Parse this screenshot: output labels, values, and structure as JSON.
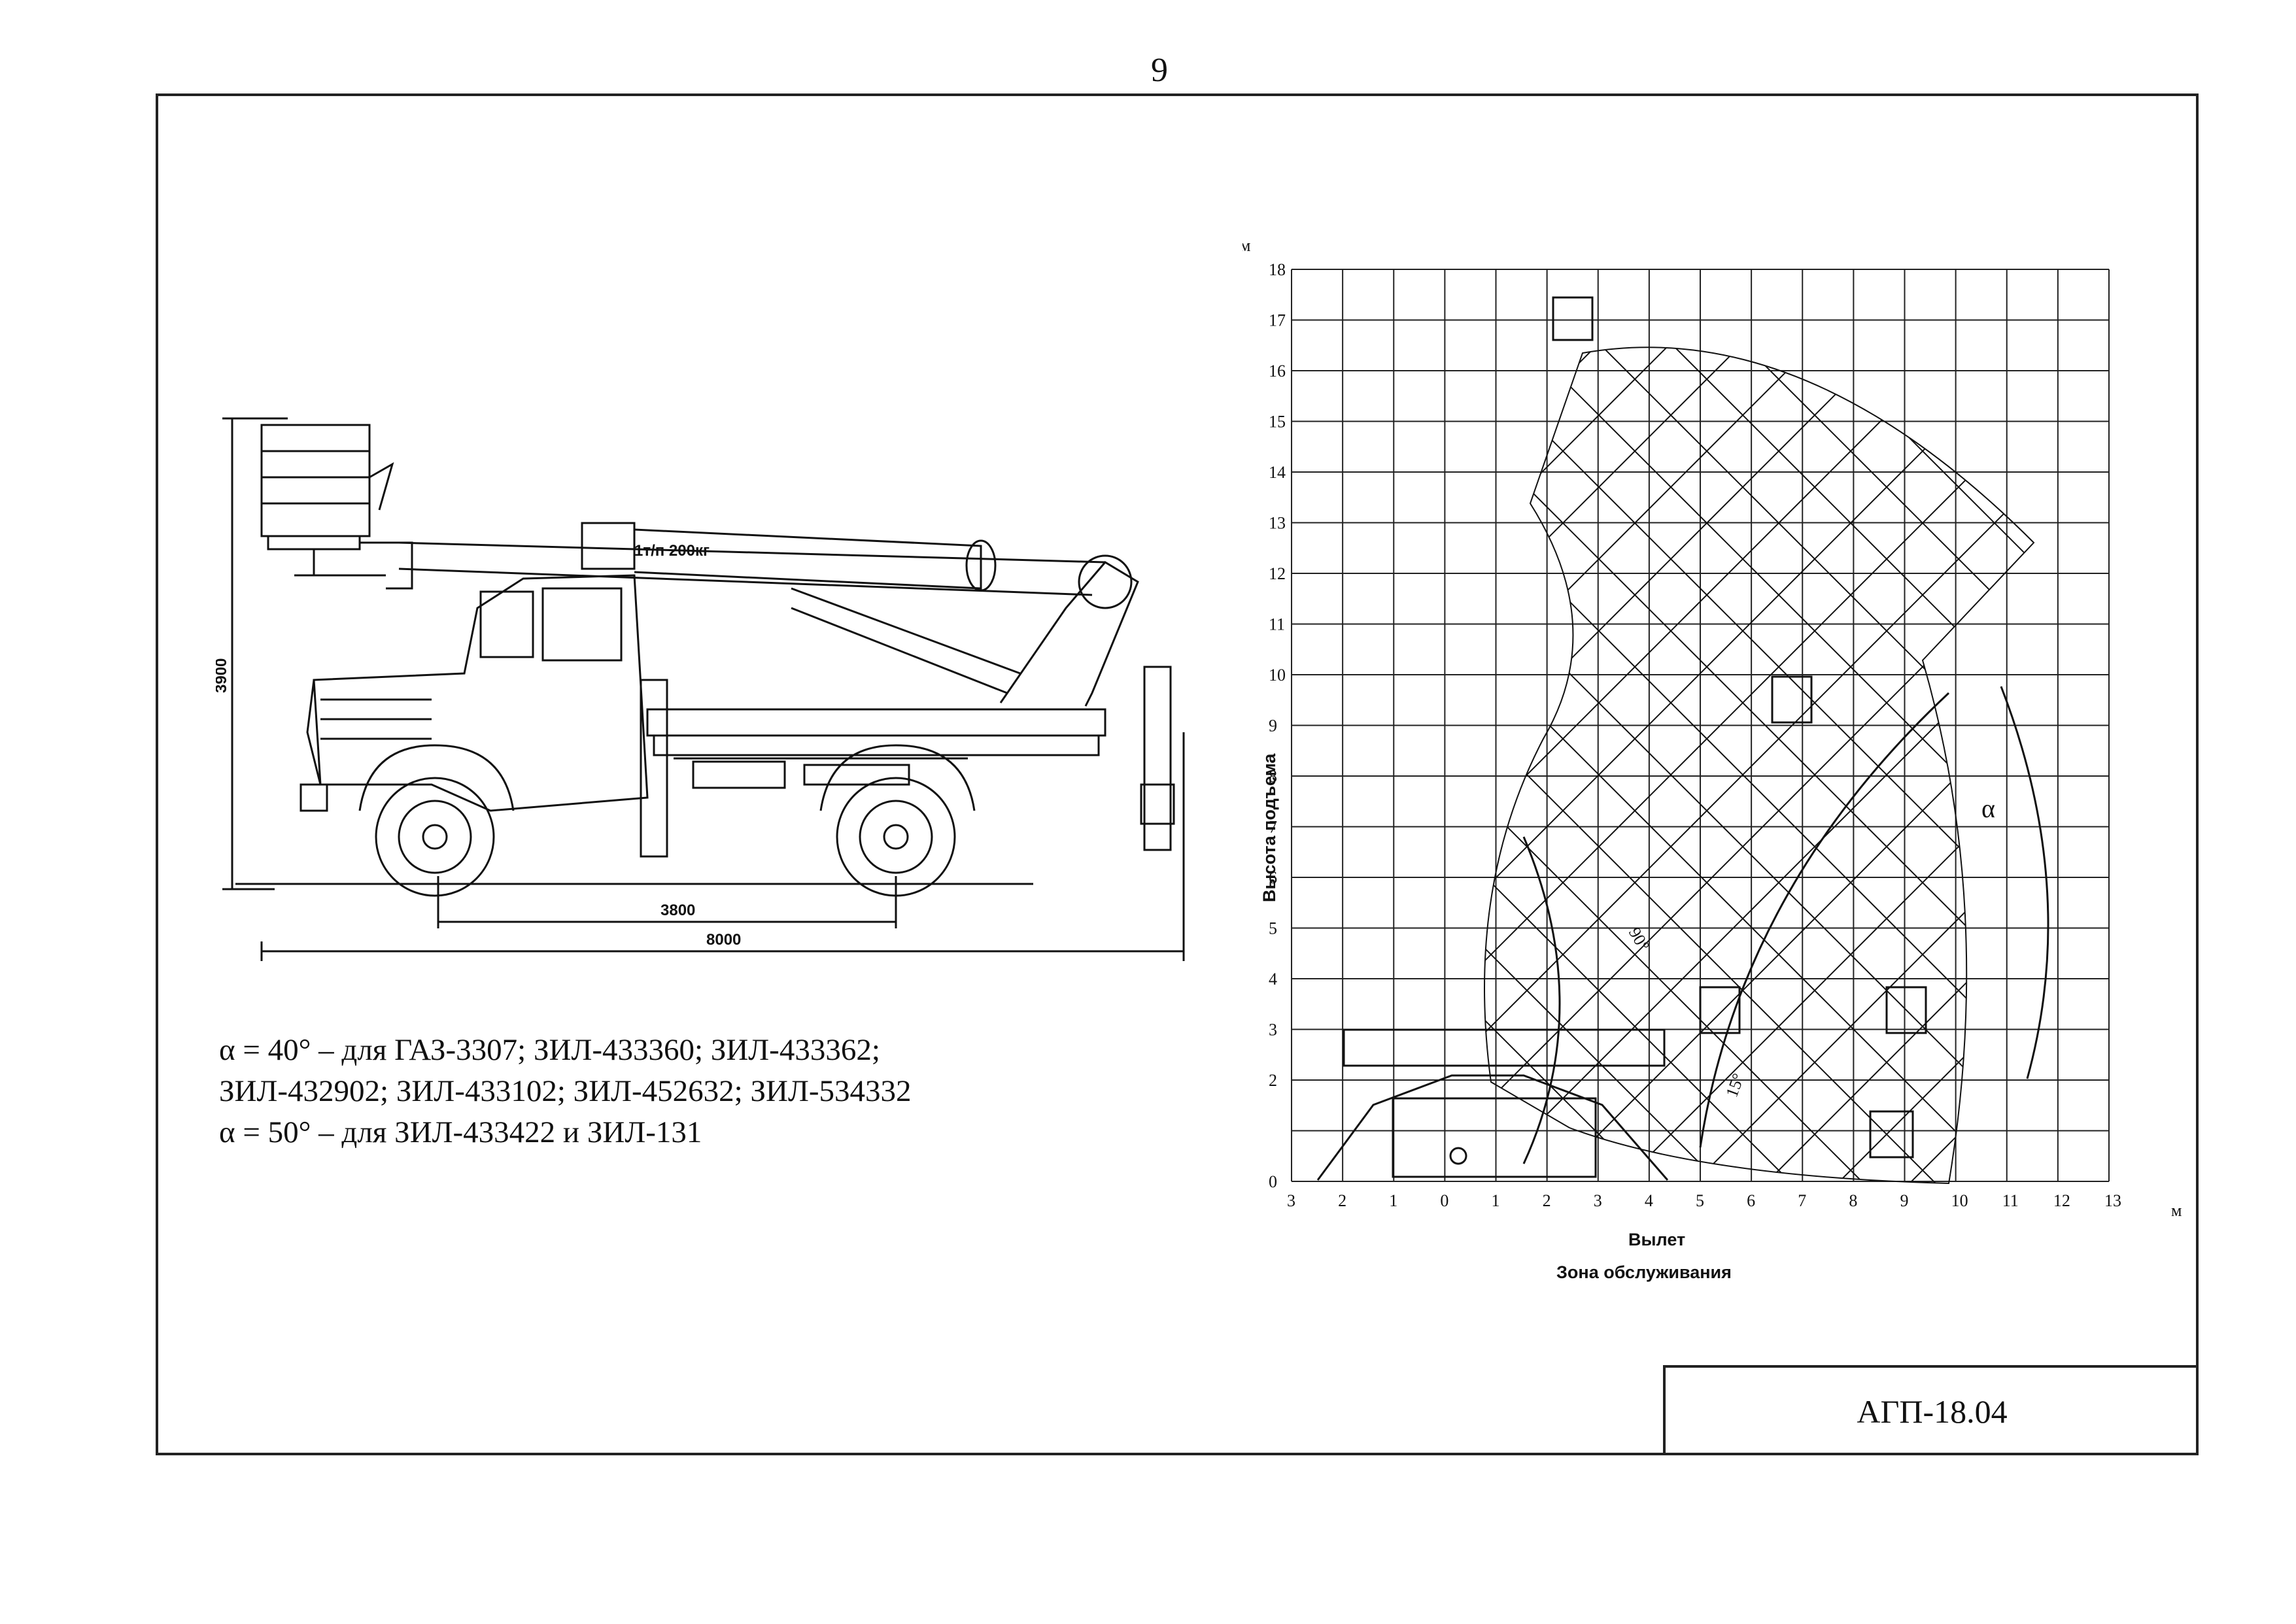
{
  "page_number": "9",
  "doc_code": "АГП-18.04",
  "truck": {
    "load_label": "1т/п 200кг",
    "dim_height": "3900",
    "dim_wheelbase": "3800",
    "dim_length": "8000"
  },
  "notes": [
    "α = 40° – для ГАЗ-3307; ЗИЛ-433360; ЗИЛ-433362;",
    "ЗИЛ-432902; ЗИЛ-433102; ЗИЛ-452632; ЗИЛ-534332",
    "α = 50° – для ЗИЛ-433422 и ЗИЛ-131"
  ],
  "chart": {
    "y_unit": "м",
    "x_unit": "м",
    "ylabel": "Высота подъема",
    "xlabel": "Вылет",
    "caption": "Зона обслуживания",
    "y_ticks": [
      "0",
      "2",
      "3",
      "4",
      "5",
      "6",
      "7",
      "8",
      "9",
      "10",
      "11",
      "12",
      "13",
      "14",
      "15",
      "16",
      "17",
      "18"
    ],
    "x_ticks": [
      "3",
      "2",
      "1",
      "0",
      "1",
      "2",
      "3",
      "4",
      "5",
      "6",
      "7",
      "8",
      "9",
      "10",
      "11",
      "12",
      "13"
    ],
    "angle_alpha": "α",
    "angle_90": "90°",
    "angle_15": "15°"
  }
}
